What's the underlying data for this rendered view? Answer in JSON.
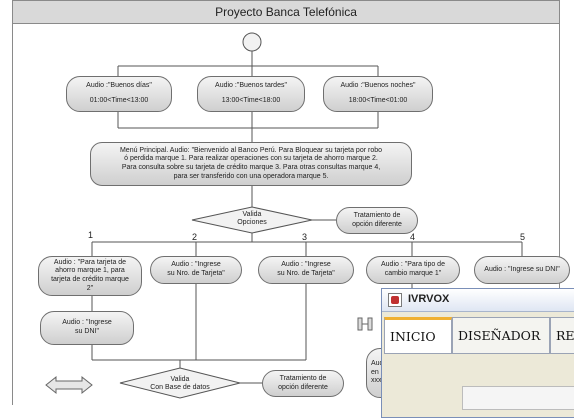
{
  "diagram": {
    "title": "Proyecto Banca Telefónica",
    "greetings": [
      {
        "line1": "Audio :\"Buenos días\"",
        "line2": "01:00<Time<13:00"
      },
      {
        "line1": "Audio :\"Buenos tardes\"",
        "line2": "13:00<Time<18:00"
      },
      {
        "line1": "Audio :\"Buenos noches\"",
        "line2": "18:00<Time<01:00"
      }
    ],
    "menu_lines": [
      "Menú Principal. Audio: \"Bienvenido al Banco Perú. Para Bloquear su tarjeta por robo",
      "ó perdida marque 1. Para realizar operaciones con su tarjeta de ahorro marque 2.",
      "Para consulta sobre su tarjeta de crédito marque 3.  Para otras consultas marque 4,",
      "para ser transferido con una operadora marque 5."
    ],
    "decision1": {
      "line1": "Valida",
      "line2": "Opciones"
    },
    "error1": {
      "line1": "Tratamiento de",
      "line2": "opción diferente"
    },
    "option_numbers": [
      "1",
      "2",
      "3",
      "4",
      "5"
    ],
    "options": [
      {
        "lines": [
          "Audio : \"Para tarjeta de",
          "ahorro marque 1, para",
          "tarjeta de crédito marque",
          "2\""
        ]
      },
      {
        "lines": [
          "Audio : \"Ingrese",
          "su Nro. de Tarjeta\""
        ]
      },
      {
        "lines": [
          "Audio : \"Ingrese",
          "su Nro. de Tarjeta\""
        ]
      },
      {
        "lines": [
          "Audio : \"Para tipo de",
          "cambio marque 1\""
        ]
      },
      {
        "lines": [
          "Audio : \"Ingrese su DNI\""
        ]
      }
    ],
    "dni_node": {
      "line1": "Audio : \"Ingrese",
      "line2": "su DNI\""
    },
    "decision2": {
      "line1": "Valida",
      "line2": "Con Base de datos"
    },
    "error2": {
      "line1": "Tratamiento de",
      "line2": "opción diferente"
    },
    "partial_node": {
      "line1": "Aud",
      "line2": "en",
      "line3": "xxx"
    }
  },
  "window": {
    "title": "IVRVOX",
    "tabs": [
      "INICIO",
      "DISEÑADOR",
      "REI"
    ]
  },
  "colors": {
    "node_fill": "#dcdcdc",
    "line": "#555555",
    "tab_accent": "#f0b030"
  }
}
